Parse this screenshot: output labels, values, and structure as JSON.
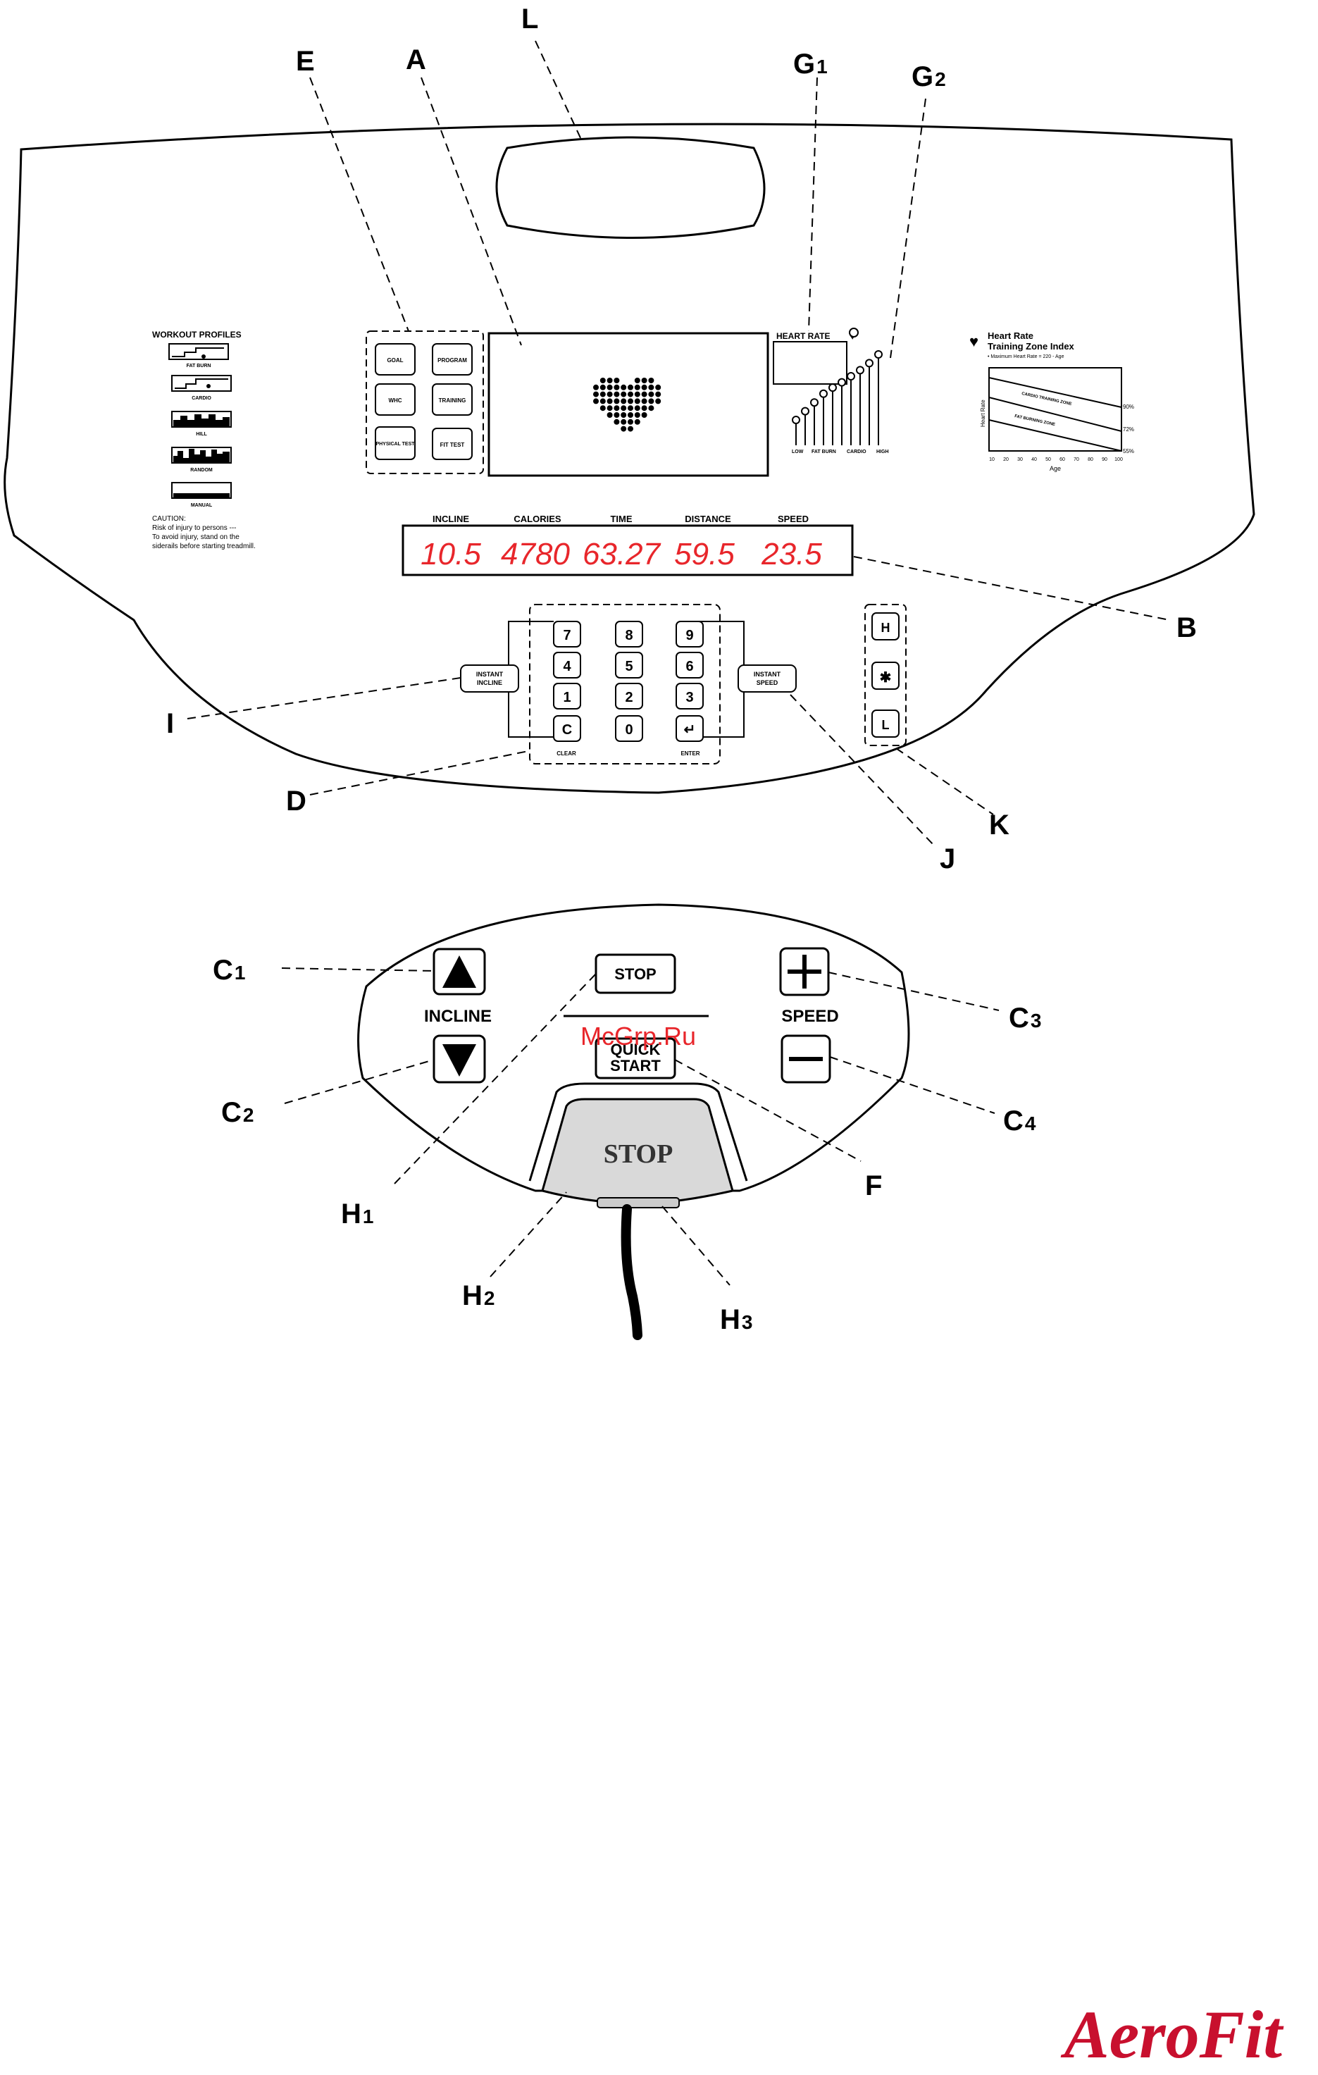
{
  "callouts": {
    "L": "L",
    "E": "E",
    "A": "A",
    "G1": "G",
    "G1_sub": "1",
    "G2": "G",
    "G2_sub": "2",
    "B": "B",
    "I": "I",
    "D": "D",
    "J": "J",
    "K": "K",
    "C1": "C",
    "C1_sub": "1",
    "C2": "C",
    "C2_sub": "2",
    "C3": "C",
    "C3_sub": "3",
    "C4": "C",
    "C4_sub": "4",
    "H1": "H",
    "H1_sub": "1",
    "H2": "H",
    "H2_sub": "2",
    "H3": "H",
    "H3_sub": "3",
    "F": "F"
  },
  "workout_profiles": {
    "title": "WORKOUT PROFILES",
    "items": [
      "FAT BURN",
      "CARDIO",
      "HILL",
      "RANDOM",
      "MANUAL"
    ],
    "caution": [
      "CAUTION:",
      "Risk of injury to persons ---",
      "To avoid injury, stand on the",
      "siderails before starting treadmill."
    ]
  },
  "program_buttons": [
    "GOAL",
    "PROGRAM",
    "WHC",
    "TRAINING",
    "PHYSICAL TEST",
    "FIT TEST"
  ],
  "heart_rate": {
    "label": "HEART RATE",
    "bar_labels": [
      "LOW",
      "FAT BURN",
      "CARDIO",
      "HIGH"
    ],
    "levels": [
      0.25,
      0.35,
      0.45,
      0.55,
      0.62,
      0.68,
      0.75,
      0.82,
      0.9,
      1.0
    ]
  },
  "zone_index": {
    "title": "Heart Rate",
    "title2": "Training Zone Index",
    "formula": "• Maximum Heart Rate = 220 - Age",
    "ylabel": "Heart Rate",
    "xlabel": "Age",
    "zones": [
      "CARDIO TRAINING ZONE",
      "FAT BURNING ZONE"
    ],
    "percents": [
      "90%",
      "72%",
      "55%"
    ],
    "ages": [
      "10",
      "20",
      "30",
      "40",
      "50",
      "60",
      "70",
      "80",
      "90",
      "100"
    ]
  },
  "readout": {
    "labels": [
      "INCLINE",
      "CALORIES",
      "TIME",
      "DISTANCE",
      "SPEED"
    ],
    "values": [
      "10.5",
      "4780",
      "63.27",
      "59.5",
      "23.5"
    ]
  },
  "keypad": {
    "keys": [
      "7",
      "8",
      "9",
      "4",
      "5",
      "6",
      "1",
      "2",
      "3",
      "C",
      "0",
      "↵"
    ],
    "clear": "CLEAR",
    "enter": "ENTER",
    "instant_incline": [
      "INSTANT",
      "INCLINE"
    ],
    "instant_speed": [
      "INSTANT",
      "SPEED"
    ]
  },
  "fan_buttons": [
    "H",
    "✱",
    "L"
  ],
  "lower_console": {
    "incline_label": "INCLINE",
    "speed_label": "SPEED",
    "stop": "STOP",
    "quick_start": [
      "QUICK",
      "START"
    ],
    "safety_stop": "STOP",
    "watermark": "McGrp.Ru"
  },
  "brand": "AeroFit",
  "colors": {
    "led": "#e8262b",
    "brand": "#c8102e",
    "ink": "#000000"
  }
}
